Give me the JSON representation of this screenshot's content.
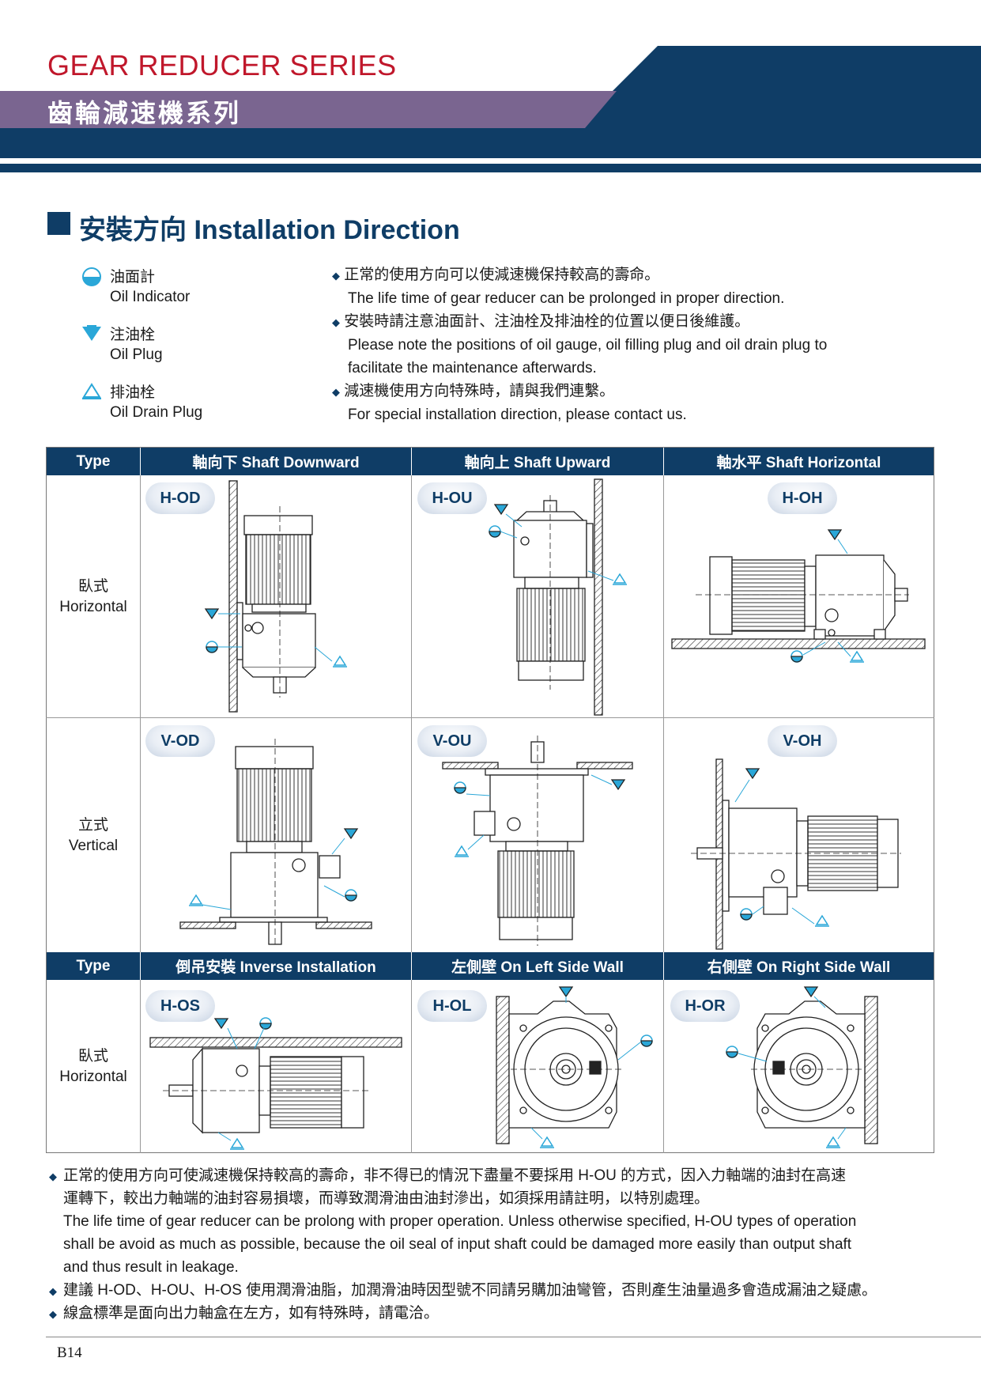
{
  "header": {
    "title": "GEAR REDUCER SERIES",
    "subtitle": "齒輪減速機系列",
    "colors": {
      "navy": "#0f3d66",
      "purple": "#7a6590",
      "red": "#c0172b"
    }
  },
  "section": {
    "title": "安裝方向 Installation Direction"
  },
  "legend": [
    {
      "icon": "oil-indicator-icon",
      "zh": "油面計",
      "en": "Oil Indicator"
    },
    {
      "icon": "oil-plug-icon",
      "zh": "注油栓",
      "en": "Oil Plug"
    },
    {
      "icon": "oil-drain-plug-icon",
      "zh": "排油栓",
      "en": "Oil Drain Plug"
    }
  ],
  "notes": [
    {
      "zh": "正常的使用方向可以使減速機保持較高的壽命。",
      "en": [
        "The life time of gear reducer can be prolonged in proper direction."
      ]
    },
    {
      "zh": "安裝時請注意油面計、注油栓及排油栓的位置以便日後維護。",
      "en": [
        "Please note the positions of oil gauge, oil filling plug and oil drain plug to",
        "facilitate the maintenance  afterwards."
      ]
    },
    {
      "zh": "減速機使用方向特殊時，請與我們連繫。",
      "en": [
        "For special installation direction, please contact us."
      ]
    }
  ],
  "table": {
    "header1": [
      "Type",
      "軸向下 Shaft Downward",
      "軸向上 Shaft Upward",
      "軸水平 Shaft Horizontal"
    ],
    "header2": [
      "Type",
      "倒吊安裝 Inverse Installation",
      "左側壁 On Left Side Wall",
      "右側壁 On Right Side Wall"
    ],
    "rows": [
      {
        "label_zh": "臥式",
        "label_en": "Horizontal",
        "codes": [
          "H-OD",
          "H-OU",
          "H-OH"
        ]
      },
      {
        "label_zh": "立式",
        "label_en": "Vertical",
        "codes": [
          "V-OD",
          "V-OU",
          "V-OH"
        ]
      },
      {
        "label_zh": "臥式",
        "label_en": "Horizontal",
        "codes": [
          "H-OS",
          "H-OL",
          "H-OR"
        ]
      }
    ]
  },
  "footer_notes": [
    {
      "lines": [
        "正常的使用方向可使減速機保持較高的壽命，非不得已的情況下盡量不要採用 H-OU 的方式，因入力軸端的油封在高速",
        "運轉下，較出力軸端的油封容易損壞，而導致潤滑油由油封滲出，如須採用請註明，以特別處理。",
        "The life time of gear reducer can be prolong with proper operation. Unless otherwise specified, H-OU types of operation",
        "shall be avoid as much as possible, because the oil seal of input shaft could be damaged more easily than output shaft",
        "and thus result in leakage."
      ]
    },
    {
      "lines": [
        "建議 H-OD、H-OU、H-OS 使用潤滑油脂，加潤滑油時因型號不同請另購加油彎管，否則產生油量過多會造成漏油之疑慮。"
      ]
    },
    {
      "lines": [
        "線盒標準是面向出力軸盒在左方，如有特殊時，請電洽。"
      ]
    }
  ],
  "page_number": "B14"
}
